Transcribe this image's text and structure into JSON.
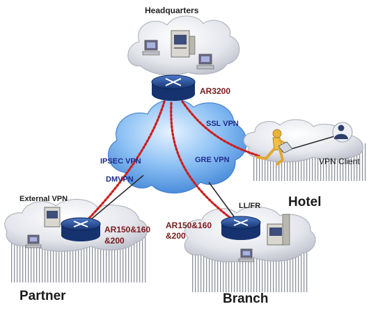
{
  "labels": {
    "headquarters": "Headquarters",
    "ar3200": "AR3200",
    "ssl_vpn": "SSL VPN",
    "ipsec_vpn": "IPSEC VPN",
    "dmvpn": "DMVPN",
    "gre_vpn": "GRE VPN",
    "external_vpn": "External VPN",
    "ll_fr": "LL/FR",
    "hotel": "Hotel",
    "vpn_client": "VPN Client",
    "partner": "Partner",
    "branch": "Branch",
    "partner_router_line1": "AR150&160",
    "partner_router_line2": "&200",
    "branch_router_line1": "AR150&160",
    "branch_router_line2": "&200"
  },
  "colors": {
    "vpn_link": "#cc1f1f",
    "router_label": "#7a1a1a",
    "vpn_label": "#1f2b8c",
    "internet_cloud": "#5fa3e8",
    "site_cloud": "#d8dbe3",
    "router_body": "#1d3e86"
  },
  "icons": {
    "router": "router-icon",
    "pc": "desktop-pc-icon",
    "server": "server-icon",
    "laptop": "laptop-icon",
    "user": "user-icon",
    "traveler": "running-traveler-icon"
  }
}
